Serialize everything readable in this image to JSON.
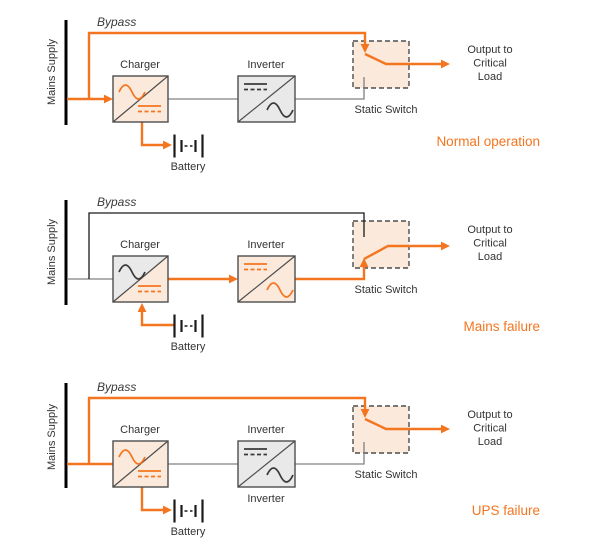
{
  "colors": {
    "orange": "#F4751F",
    "orange_fill": "#FBE9DB",
    "gray_fill": "#E9E9E9",
    "box_border": "#4D4D4D",
    "idle_wire": "#808080",
    "dark_wire": "#1A1A1A",
    "bar": "#000000",
    "text": "#333333",
    "background": "#FFFFFF"
  },
  "panels": [
    {
      "mains_supply": "Mains Supply",
      "bypass": "Bypass",
      "charger": "Charger",
      "inverter": "Inverter",
      "battery": "Battery",
      "static_switch": "Static Switch",
      "output": [
        "Output to",
        "Critical",
        "Load"
      ],
      "mode": "Normal operation"
    },
    {
      "mains_supply": "Mains Supply",
      "bypass": "Bypass",
      "charger": "Charger",
      "inverter": "Inverter",
      "battery": "Battery",
      "static_switch": "Static Switch",
      "output": [
        "Output to",
        "Critical",
        "Load"
      ],
      "mode": "Mains failure"
    },
    {
      "mains_supply": "Mains Supply",
      "bypass": "Bypass",
      "charger": "Charger",
      "inverter": "Inverter",
      "inverter_below": "Inverter",
      "battery": "Battery",
      "static_switch": "Static Switch",
      "output": [
        "Output to",
        "Critical",
        "Load"
      ],
      "mode": "UPS failure"
    }
  ]
}
